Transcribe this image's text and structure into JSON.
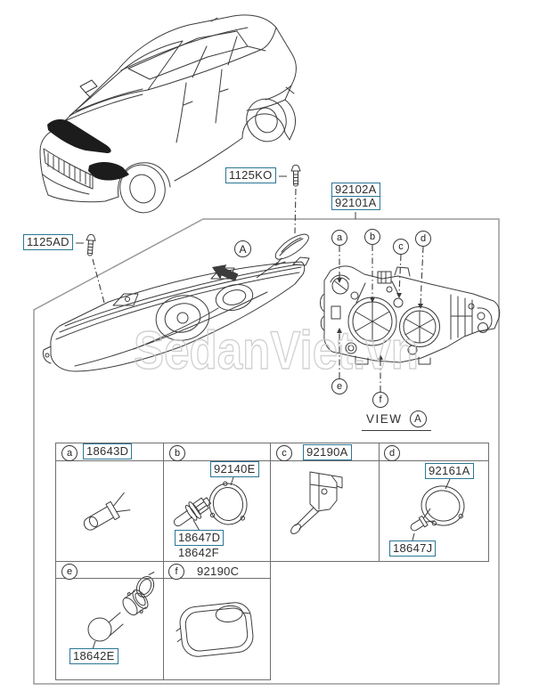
{
  "watermark": "SedanViet.vn",
  "screws": {
    "top": {
      "label": "1125KO"
    },
    "left": {
      "label": "1125AD"
    }
  },
  "assembly": {
    "upper": "92102A",
    "lower": "92101A"
  },
  "view": {
    "word": "VIEW",
    "ref": "A"
  },
  "callouts": [
    "a",
    "b",
    "c",
    "d",
    "e",
    "f"
  ],
  "table": {
    "cells": [
      {
        "letter": "a",
        "labels": [
          {
            "text": "18643D",
            "boxed": true
          }
        ]
      },
      {
        "letter": "b",
        "labels": [
          {
            "text": "92140E",
            "boxed": true
          },
          {
            "text": "18647D",
            "boxed": true
          },
          {
            "text": "18642F",
            "boxed": false
          }
        ]
      },
      {
        "letter": "c",
        "labels": [
          {
            "text": "92190A",
            "boxed": true
          }
        ]
      },
      {
        "letter": "d",
        "labels": [
          {
            "text": "92161A",
            "boxed": true
          },
          {
            "text": "18647J",
            "boxed": true
          }
        ]
      },
      {
        "letter": "e",
        "labels": [
          {
            "text": "18642E",
            "boxed": true
          }
        ]
      },
      {
        "letter": "f",
        "labels": [
          {
            "text": "92190C",
            "boxed": false
          }
        ]
      }
    ]
  },
  "colors": {
    "label_border": "#2b7795",
    "line": "#3c3c3c",
    "grid": "#6f6f6f",
    "outer_box": "#9a9a9a",
    "watermark": "#c9c9c9"
  }
}
